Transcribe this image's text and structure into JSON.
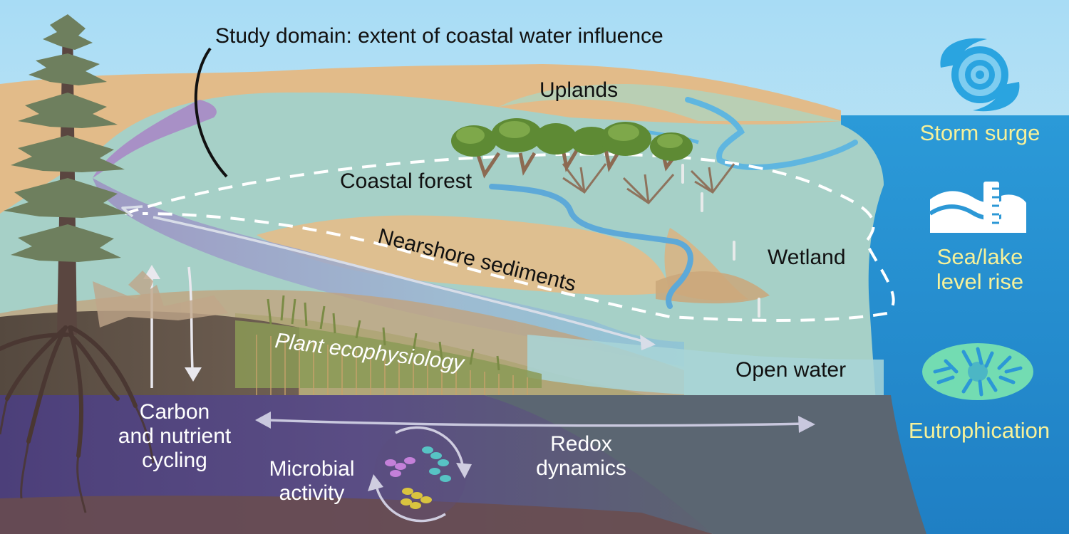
{
  "labels": {
    "study_domain": "Study domain: extent of coastal water influence",
    "uplands": "Uplands",
    "coastal_forest": "Coastal forest",
    "nearshore_sediments": "Nearshore sediments",
    "wetland": "Wetland",
    "open_water": "Open water",
    "plant_ecophysiology": "Plant ecophysiology",
    "carbon_cycling": [
      "Carbon",
      "and nutrient",
      "cycling"
    ],
    "microbial_activity": [
      "Microbial",
      "activity"
    ],
    "redox_dynamics": [
      "Redox",
      "dynamics"
    ]
  },
  "drivers": {
    "storm_surge": {
      "label": [
        "Storm surge"
      ],
      "icon": "storm-icon"
    },
    "sea_level_rise": {
      "label": [
        "Sea/lake",
        "level rise"
      ],
      "icon": "sea-level-rise-icon"
    },
    "eutrophication": {
      "label": [
        "Eutrophication"
      ],
      "icon": "algae-icon"
    }
  },
  "colors": {
    "sky": "#a9dcf3",
    "uplands": "#e0b886",
    "coastal_water": "#a2cfc8",
    "ocean": "#2c98d6",
    "soil": "#6b5148",
    "purple_soil": "#5b4d83",
    "driver_text": "#f6f19a",
    "tree": "#6b7d5c"
  }
}
